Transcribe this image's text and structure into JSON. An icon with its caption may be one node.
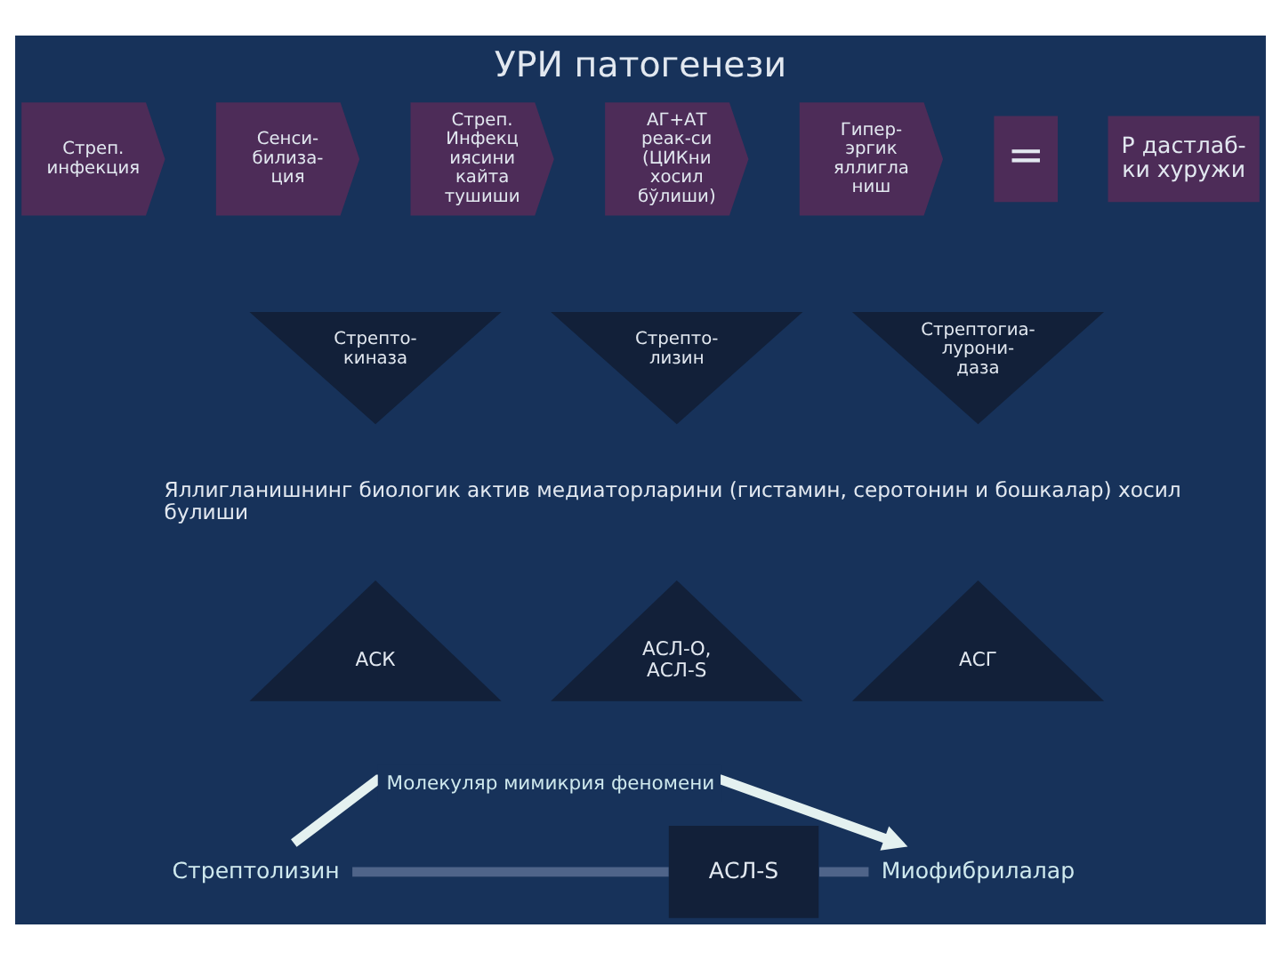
{
  "diagram": {
    "title": "УРИ патогенези",
    "nodes": [
      {
        "text": [
          "Стреп. инфекция"
        ]
      },
      {
        "text": [
          "Сенси- билиза- ция"
        ]
      },
      {
        "text": [
          "Стреп. Инфекц иясини кайта тушиши"
        ]
      },
      {
        "text": [
          "АГ+АТ реак-си (ЦИКни хосил бўлиши)"
        ]
      },
      {
        "text": [
          "Гипер- эргик яллигла ниш"
        ]
      },
      {
        "text": [
          "="
        ]
      },
      {
        "text": [
          "Р дастлаб- ки хуружи"
        ]
      },
      {
        "text": [
          "Стрепто- киназа"
        ]
      },
      {
        "text": [
          "Стрепто- лизин"
        ]
      },
      {
        "text": [
          "Стрептогиа- лурони- даза"
        ]
      },
      {
        "text": [
          "АСК"
        ]
      },
      {
        "text": [
          "АСЛ-О, АСЛ-S"
        ]
      },
      {
        "text": [
          "АСГ"
        ]
      },
      {
        "text": [
          "Стрептолизин"
        ]
      },
      {
        "text": [
          "АСЛ-S"
        ]
      },
      {
        "text": [
          "Миофибрилалар"
        ]
      }
    ],
    "edges": [
      {
        "from": 13,
        "to": 14,
        "arrow": "none"
      },
      {
        "from": 14,
        "to": 15,
        "arrow": "none"
      },
      {
        "from": 13,
        "to": 15,
        "arrow": "to",
        "label": "Молекуляр мимикрия феномени",
        "color": "#e4f1f0"
      }
    ],
    "labels": [
      "Яллигланишнинг биологик актив медиаторларини (гистамин, серотонин и бошкалар) хосил булиши"
    ]
  }
}
